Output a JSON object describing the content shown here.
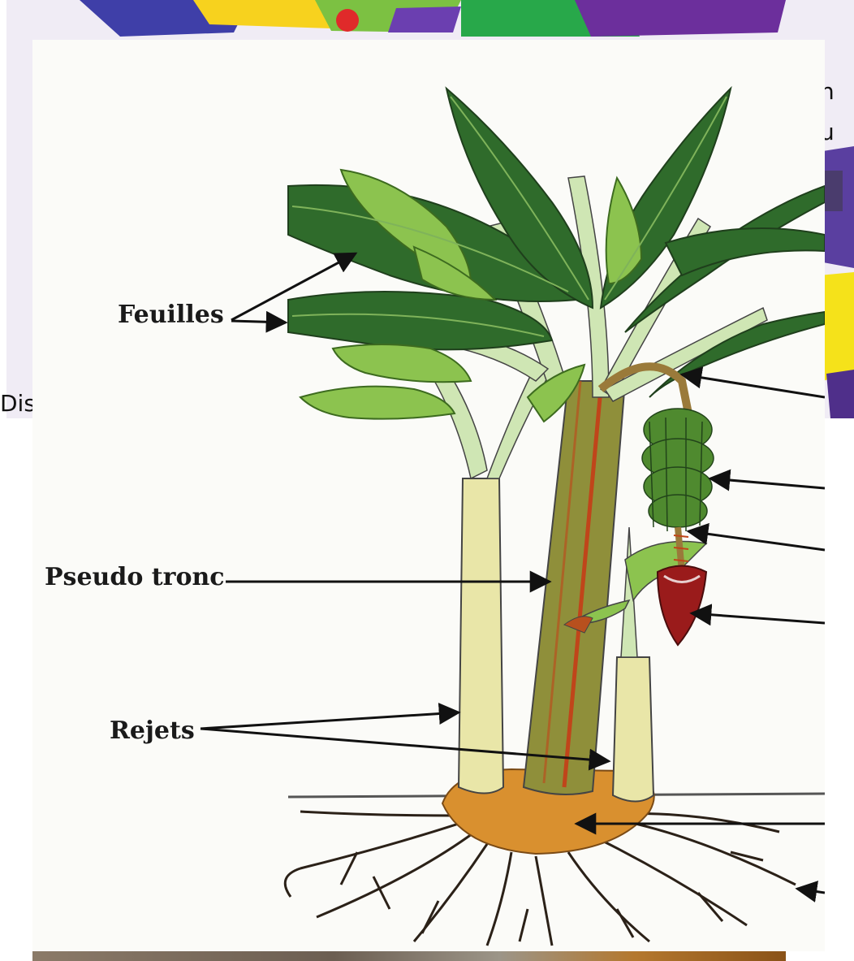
{
  "background": {
    "partial_text_1": "n",
    "partial_text_2": "u",
    "partial_text_3": "Dis"
  },
  "diagram": {
    "labels": {
      "leaves": "Feuilles",
      "pseudo_stem": "Pseudo tronc",
      "suckers": "Rejets"
    },
    "colors": {
      "leaf_dark": "#2f6b2b",
      "leaf_light": "#8cc34f",
      "stem_pale": "#e9e6a8",
      "stem_red": "#b8501e",
      "fruit_green": "#4f8a2f",
      "flower_red": "#9a1b1b",
      "corm": "#d9902f"
    }
  }
}
